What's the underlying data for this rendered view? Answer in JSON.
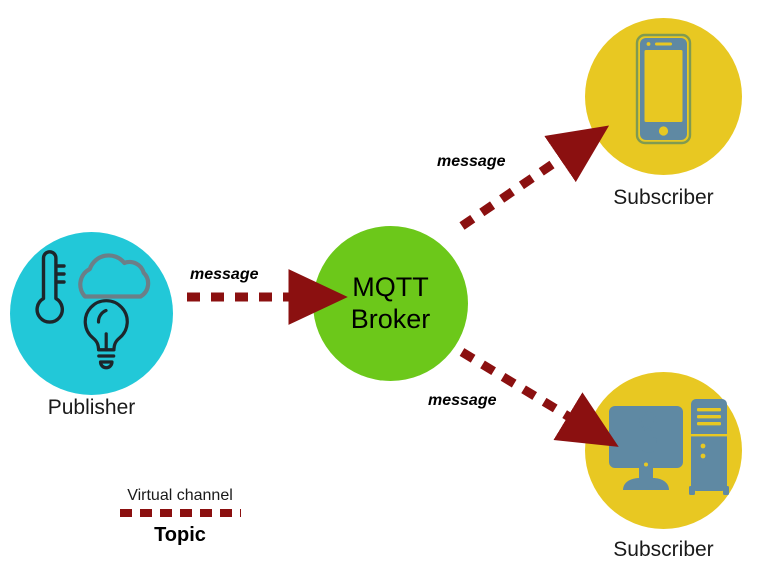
{
  "diagram": {
    "title": "MQTT publish/subscribe architecture",
    "colors": {
      "publisher_fill": "#22c8d8",
      "broker_fill": "#6cc81a",
      "subscriber_fill": "#e8c822",
      "arrow": "#8b1010",
      "device_icon": "#5f89a3",
      "outline_icon": "#3a4a52",
      "cloud_icon": "#6b7f88",
      "background": "#ffffff",
      "text": "#1a1a1a"
    },
    "nodes": {
      "publisher": {
        "caption": "Publisher",
        "icons": [
          "thermometer-icon",
          "cloud-icon",
          "lightbulb-icon"
        ]
      },
      "broker": {
        "label_line1": "MQTT",
        "label_line2": "Broker"
      },
      "subscriber_phone": {
        "caption": "Subscriber",
        "icon": "smartphone-icon"
      },
      "subscriber_desktop": {
        "caption": "Subscriber",
        "icon": "desktop-computer-icon"
      }
    },
    "edges": [
      {
        "label": "message",
        "from": "publisher",
        "to": "broker"
      },
      {
        "label": "message",
        "from": "broker",
        "to": "subscriber_phone"
      },
      {
        "label": "message",
        "from": "broker",
        "to": "subscriber_desktop"
      }
    ],
    "legend": {
      "top_text": "Virtual channel",
      "bottom_text": "Topic",
      "line_style": "dashed"
    }
  }
}
